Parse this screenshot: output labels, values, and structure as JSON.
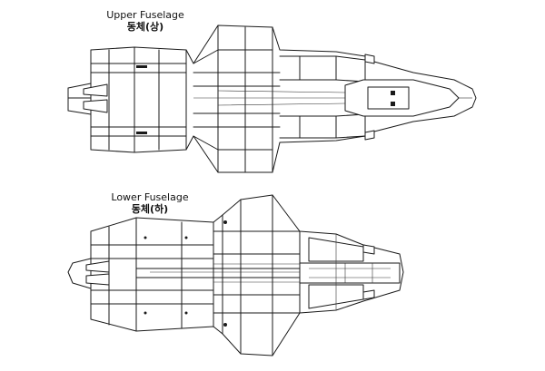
{
  "upper": {
    "title_en": "Upper Fuselage",
    "title_ko": "동체(상)"
  },
  "lower": {
    "title_en": "Lower Fuselage",
    "title_ko": "동체(하)"
  },
  "colors": {
    "line": "#1a1a1a",
    "background": "#ffffff"
  }
}
